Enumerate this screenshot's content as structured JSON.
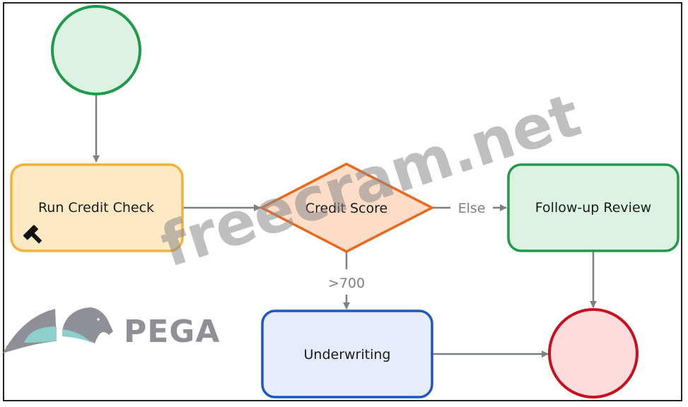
{
  "diagram": {
    "nodes": {
      "start": {
        "type": "start-event",
        "fill": "#dcf2e3",
        "stroke": "#1f9a48"
      },
      "run_credit_check": {
        "label": "Run Credit Check",
        "type": "automation-step",
        "icon": "hammer-icon",
        "fill": "#fde9c4",
        "stroke": "#f2b23a"
      },
      "credit_score": {
        "label": "Credit Score",
        "type": "decision",
        "fill": "#fdddc8",
        "stroke": "#e8691c"
      },
      "follow_up_review": {
        "label": "Follow-up Review",
        "type": "step",
        "fill": "#dcf2e3",
        "stroke": "#1f9a48"
      },
      "underwriting": {
        "label": "Underwriting",
        "type": "step",
        "fill": "#e6ecfb",
        "stroke": "#1e56c2"
      },
      "end": {
        "type": "end-event",
        "fill": "#fcdcdc",
        "stroke": "#c8101e"
      }
    },
    "edges": [
      {
        "from": "start",
        "to": "run_credit_check",
        "label": ""
      },
      {
        "from": "run_credit_check",
        "to": "credit_score",
        "label": ""
      },
      {
        "from": "credit_score",
        "to": "follow_up_review",
        "label": "Else"
      },
      {
        "from": "credit_score",
        "to": "underwriting",
        "label": ">700"
      },
      {
        "from": "follow_up_review",
        "to": "end",
        "label": ""
      },
      {
        "from": "underwriting",
        "to": "end",
        "label": ""
      }
    ],
    "edge_color": "#7a8083"
  },
  "logo": {
    "text": "PEGA",
    "gray": "#8f9097",
    "teal": "#8ecfcb"
  },
  "watermark": {
    "text": "freecram.net"
  }
}
